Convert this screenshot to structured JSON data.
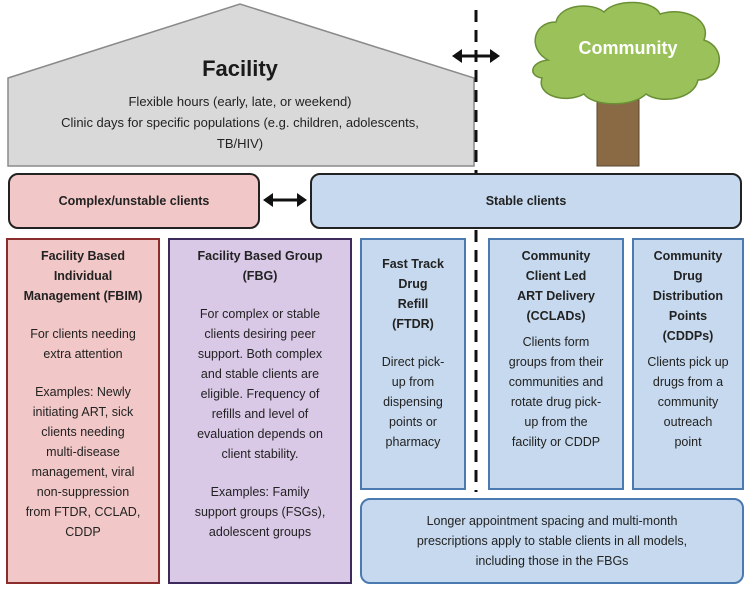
{
  "facility": {
    "title": "Facility",
    "lines": [
      "Flexible hours (early, late, or weekend)",
      "Clinic days for specific populations (e.g. children, adolescents,",
      "TB/HIV)"
    ]
  },
  "community": {
    "title": "Community"
  },
  "categories": {
    "complex": "Complex/unstable clients",
    "stable": "Stable clients"
  },
  "models": [
    {
      "title_lines": [
        "Facility Based",
        "Individual",
        "Management (FBIM)"
      ],
      "body_lines": [
        "For clients needing",
        "extra attention"
      ],
      "body2_lines": [
        "Examples: Newly",
        "initiating ART, sick",
        "clients needing",
        "multi-disease",
        "management, viral",
        "non-suppression",
        "from FTDR, CCLAD,",
        "CDDP"
      ]
    },
    {
      "title_lines": [
        "Facility Based Group",
        "(FBG)"
      ],
      "body_lines": [
        "For complex or stable",
        "clients desiring peer",
        "support. Both complex",
        "and stable clients are",
        "eligible. Frequency of",
        "refills and level of",
        "evaluation depends on",
        "client stability."
      ],
      "body2_lines": [
        "Examples: Family",
        "support groups (FSGs),",
        "adolescent groups"
      ]
    },
    {
      "title_lines": [
        "Fast Track",
        "Drug",
        "Refill",
        "(FTDR)"
      ],
      "body_lines": [
        "Direct pick-",
        "up from",
        "dispensing",
        "points or",
        "pharmacy"
      ]
    },
    {
      "title_lines": [
        "Community",
        "Client Led",
        "ART Delivery",
        "(CCLADs)"
      ],
      "body_lines": [
        "Clients form",
        "groups from their",
        "communities and",
        "rotate drug pick-",
        "up from the",
        "facility or CDDP"
      ]
    },
    {
      "title_lines": [
        "Community",
        "Drug",
        "Distribution",
        "Points",
        "(CDDPs)"
      ],
      "body_lines": [
        "Clients pick up",
        "drugs from a",
        "community",
        "outreach",
        "point"
      ]
    }
  ],
  "footer_lines": [
    "Longer appointment spacing and multi-month",
    "prescriptions apply to stable clients in all models,",
    "including those in the FBGs"
  ],
  "colors": {
    "house_fill": "#d9d9d9",
    "tree_canopy": "#9bc15a",
    "tree_trunk": "#8a6a45",
    "pink_fill": "#f2c7c7",
    "purple_fill": "#d9c9e6",
    "blue_fill": "#c6d9ee"
  }
}
